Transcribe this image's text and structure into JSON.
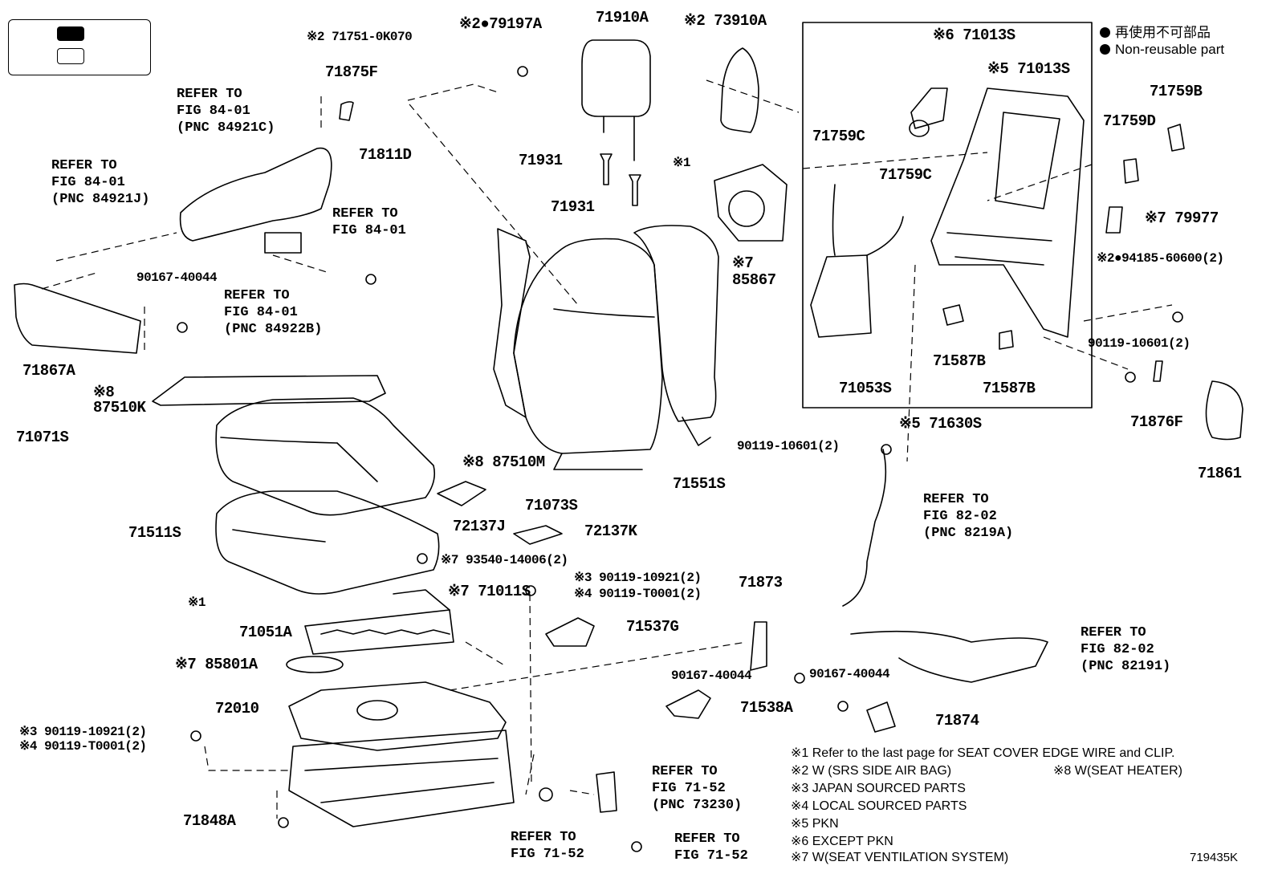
{
  "diagram_code": "719435K",
  "legend": {
    "line1": "再使用不可部品",
    "line2": "Non-reusable part"
  },
  "parts": {
    "p71751": "※2 71751-0K070",
    "p79197A": "※2●79197A",
    "p71910A": "71910A",
    "p73910A": "※2 73910A",
    "p71875F": "71875F",
    "p71811D": "71811D",
    "p90167a": "90167-40044",
    "p71867A": "71867A",
    "p71931a": "71931",
    "p71931b": "71931",
    "p1a": "※1",
    "p85867": "※7\n85867",
    "p71759C_a": "71759C",
    "p71759C_b": "71759C",
    "p71013S_6": "※6 71013S",
    "p71013S_5": "※5 71013S",
    "p71759B": "71759B",
    "p71759D": "71759D",
    "p79977": "※7 79977",
    "p94185": "※2●94185-60600(2)",
    "p71053S": "71053S",
    "p71587B_a": "71587B",
    "p71587B_b": "71587B",
    "p90119_10601a": "90119-10601(2)",
    "p71876F": "71876F",
    "p71630S": "※5 71630S",
    "p87510K": "※8\n87510K",
    "p71071S": "71071S",
    "p87510M": "※8 87510M",
    "p71073S": "71073S",
    "p71551S": "71551S",
    "p90119_10601b": "90119-10601(2)",
    "p71861": "71861",
    "p72137J": "72137J",
    "p72137K": "72137K",
    "p71511S": "71511S",
    "p93540": "※7 93540-14006(2)",
    "p1b": "※1",
    "p71011S": "※7 71011S",
    "p90119_10921a": "※3 90119-10921(2)",
    "p90119_T0001a": "※4 90119-T0001(2)",
    "p71873": "71873",
    "p71051A": "71051A",
    "p71537G": "71537G",
    "p85801A": "※7 85801A",
    "p90167b": "90167-40044",
    "p90167c": "90167-40044",
    "p72010": "72010",
    "p71538A": "71538A",
    "p71874": "71874",
    "p90119_10921b": "※3 90119-10921(2)",
    "p90119_T0001b": "※4 90119-T0001(2)",
    "p71848A": "71848A"
  },
  "refs": {
    "r1": [
      "REFER TO",
      "FIG 84-01",
      "(PNC 84921C)"
    ],
    "r2": [
      "REFER TO",
      "FIG 84-01",
      "(PNC 84921J)"
    ],
    "r3": [
      "REFER TO",
      "FIG 84-01"
    ],
    "r4": [
      "REFER TO",
      "FIG 84-01",
      "(PNC 84922B)"
    ],
    "r5": [
      "REFER TO",
      "FIG 82-02",
      "(PNC 8219A)"
    ],
    "r6": [
      "REFER TO",
      "FIG 82-02",
      "(PNC 82191)"
    ],
    "r7": [
      "REFER TO",
      "FIG 71-52",
      "(PNC 73230)"
    ],
    "r8": [
      "REFER TO",
      "FIG 71-52"
    ],
    "r9": [
      "REFER TO",
      "FIG 71-52"
    ]
  },
  "notes": {
    "n1": "※1  Refer to the last page for SEAT COVER EDGE WIRE and CLIP.",
    "n2": "※2  W (SRS SIDE AIR BAG)",
    "n8": "※8  W(SEAT HEATER)",
    "n3": "※3  JAPAN SOURCED PARTS",
    "n4": "※4  LOCAL SOURCED PARTS",
    "n5": "※5  PKN",
    "n6": "※6  EXCEPT PKN",
    "n7": "※7  W(SEAT VENTILATION SYSTEM)"
  }
}
